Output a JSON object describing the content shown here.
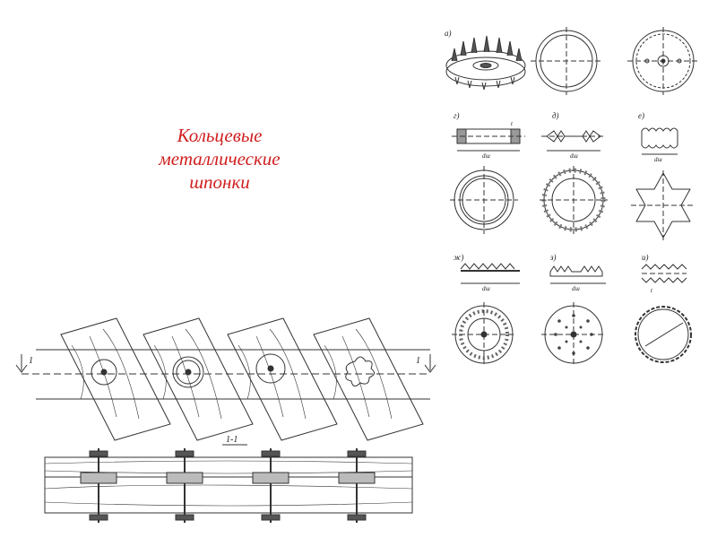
{
  "slide": {
    "title_lines": [
      "Кольцевые",
      "металлические",
      "шпонки"
    ]
  },
  "figures": {
    "labels": [
      "а)",
      "г)",
      "д)",
      "е)",
      "ж)",
      "з)",
      "и)"
    ],
    "dim_label": "dш",
    "t_label": "t"
  },
  "assembly": {
    "section_label": "1-1",
    "cut_left": "1",
    "cut_right": "1"
  },
  "colors": {
    "title": "#d01f1f",
    "ink": "#222222"
  }
}
